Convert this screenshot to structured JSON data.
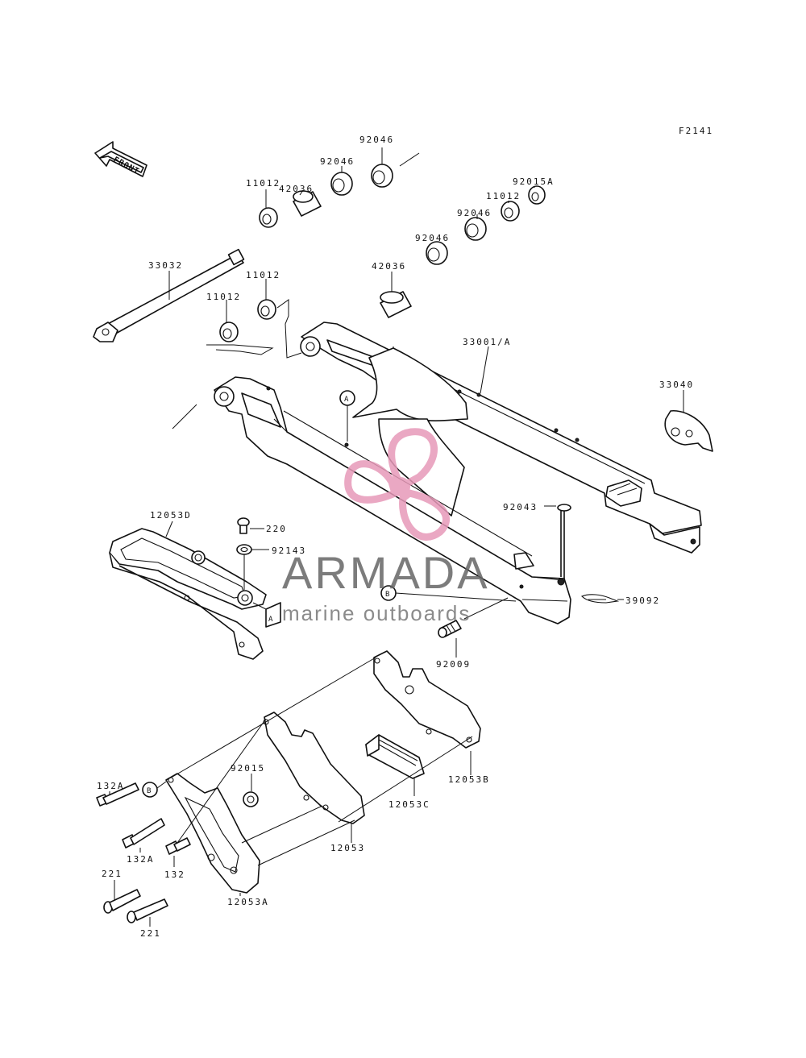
{
  "diagram": {
    "code": "F2141",
    "front_label": "FRONT",
    "callouts": {
      "A_upper": "A",
      "A_lower": "A",
      "B_upper": "B",
      "B_lower": "B"
    },
    "parts": {
      "p92046_a": "92046",
      "p92046_b": "92046",
      "p92046_c": "92046",
      "p92046_d": "92046",
      "p42036_a": "42036",
      "p42036_b": "42036",
      "p11012_a": "11012",
      "p11012_b": "11012",
      "p11012_c": "11012",
      "p11012_d": "11012",
      "p92015A": "92015A",
      "p33032": "33032",
      "p33001A": "33001/A",
      "p33040": "33040",
      "p92043": "92043",
      "p39092": "39092",
      "p92009": "92009",
      "p12053D": "12053D",
      "p220": "220",
      "p92143": "92143",
      "p12053B": "12053B",
      "p12053C": "12053C",
      "p12053": "12053",
      "p92015": "92015",
      "p132A_a": "132A",
      "p132A_b": "132A",
      "p132": "132",
      "p221_a": "221",
      "p221_b": "221",
      "p12053A": "12053A"
    }
  },
  "watermark": {
    "brand": "ARMADA",
    "tagline": "marine outboards",
    "logo_color": "#e79ab9"
  }
}
